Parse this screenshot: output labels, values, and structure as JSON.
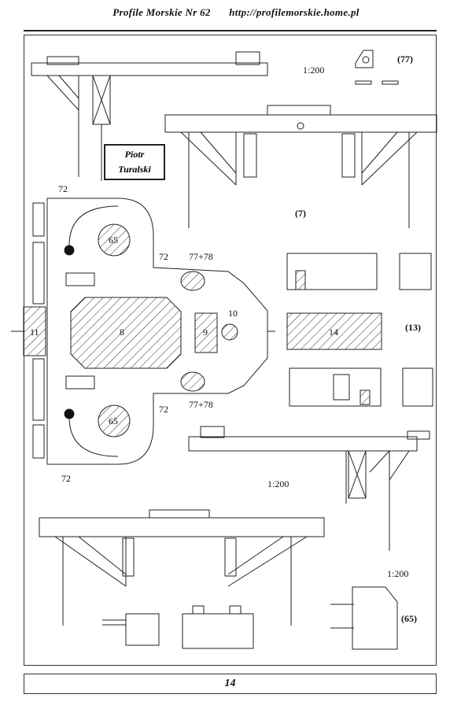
{
  "header": {
    "publication": "Profile Morskie Nr 62",
    "url": "http://profilemorskie.home.pl"
  },
  "author": {
    "line1": "Piotr",
    "line2": "Turalski"
  },
  "scales": {
    "top": "1:200",
    "middle": "1:200",
    "bottom": "1:200"
  },
  "callouts": {
    "c77": "(77)",
    "c7": "(7)",
    "c13": "(13)",
    "c65": "(65)"
  },
  "plan_labels": {
    "l72a": "72",
    "l72b": "72",
    "l72c": "72",
    "l72d": "72",
    "l65a": "65",
    "l65b": "65",
    "l7778a": "77+78",
    "l7778b": "77+78",
    "l11": "11",
    "l8": "8",
    "l9": "9",
    "l10": "10",
    "l14": "14"
  },
  "footer": {
    "page_number": "14"
  }
}
